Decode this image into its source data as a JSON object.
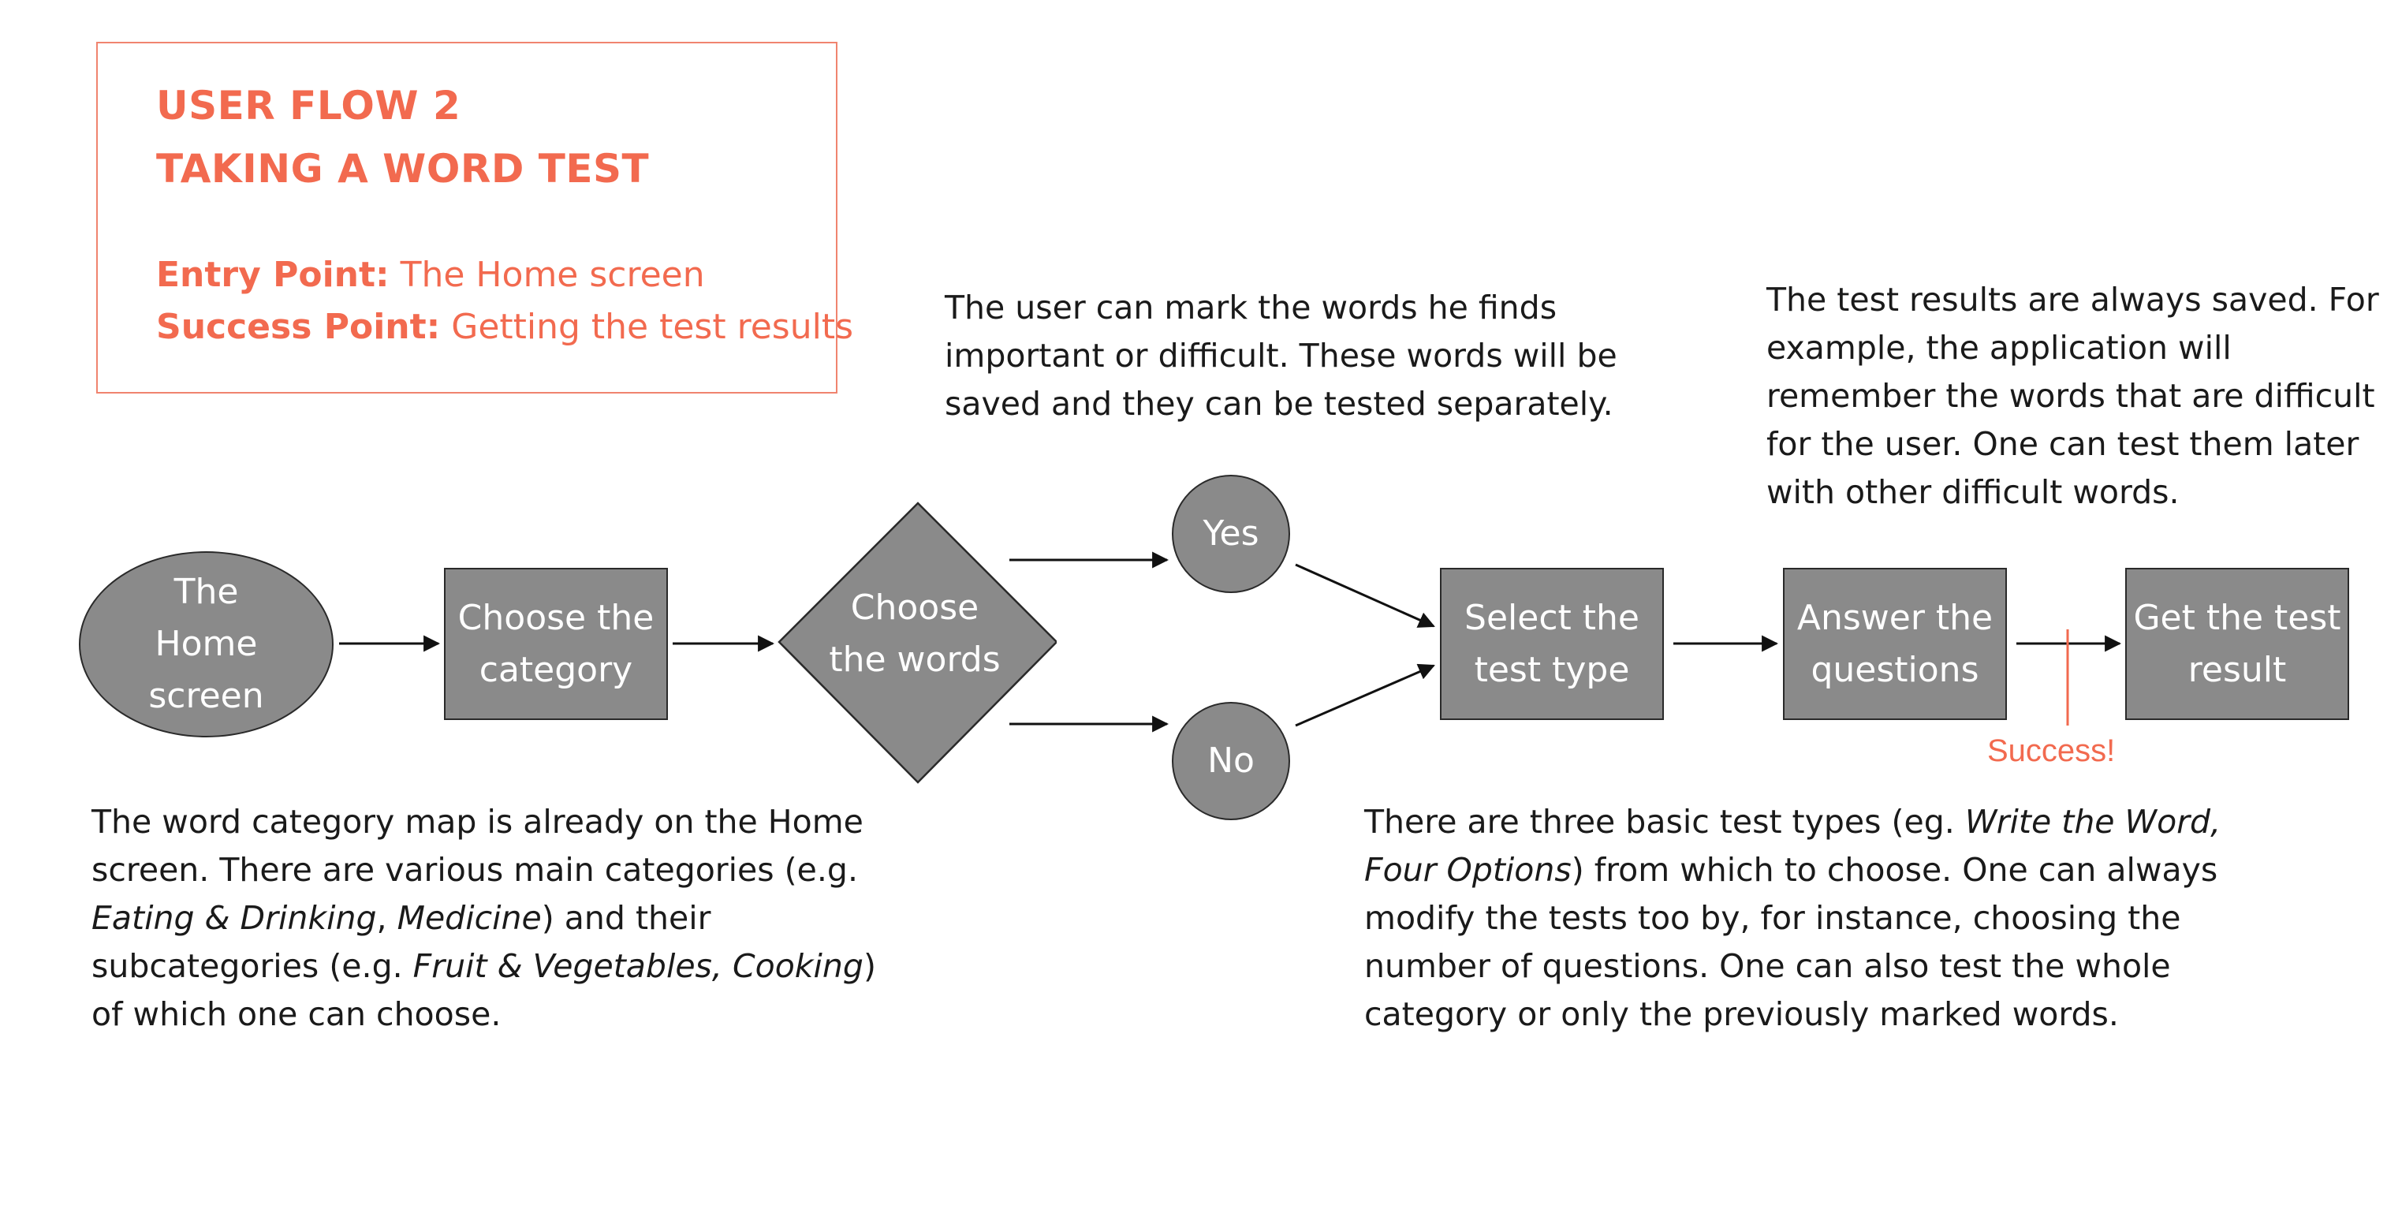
{
  "title_card": {
    "line1": "USER FLOW 2",
    "line2": "TAKING A WORD TEST",
    "entry_label": "Entry Point:",
    "entry_value": " The Home screen",
    "success_label": "Success Point:",
    "success_value": " Getting the test results"
  },
  "nodes": {
    "home": "The\nHome\nscreen",
    "category": "Choose the\ncategory",
    "words": "Choose\nthe words",
    "yes": "Yes",
    "no": "No",
    "test_type": "Select the\ntest type",
    "answer": "Answer the\nquestions",
    "result": "Get the test\nresult"
  },
  "success_marker": "Success!",
  "notes": {
    "mark_words": [
      "The user can mark the words he finds",
      "important or difficult. These words will be",
      "saved and they can be tested separately."
    ],
    "results_saved": [
      "The test results are always saved. For",
      "example, the application will",
      "remember the words that are difficult",
      "for the user. One can test them later",
      "with other difficult words."
    ],
    "category_map": {
      "l1": "The word category map is already on the Home",
      "l2": "screen. There are various main categories (e.g.",
      "l3_i1": "Eating & Drinking",
      "l3_t1": ", ",
      "l3_i2": "Medicine",
      "l3_t2": ") and their",
      "l4_t1": "subcategories (e.g. ",
      "l4_i1": "Fruit & Vegetables, Cooking",
      "l4_t2": ")",
      "l5": "of which one can choose."
    },
    "test_types": {
      "l1_t1": "There are three basic test types (eg. ",
      "l1_i1": "Write the Word,",
      "l2_i1": "Four Options",
      "l2_t1": ") from which to choose. One can always",
      "l3": "modify the tests too by, for instance, choosing the",
      "l4": "number of questions. One can also test the whole",
      "l5": "category or only the previously marked words."
    }
  },
  "colors": {
    "accent": "#f26a4f",
    "node_fill": "#8a8a8a",
    "node_stroke": "#2a2a2a",
    "text": "#1a1a1a"
  }
}
